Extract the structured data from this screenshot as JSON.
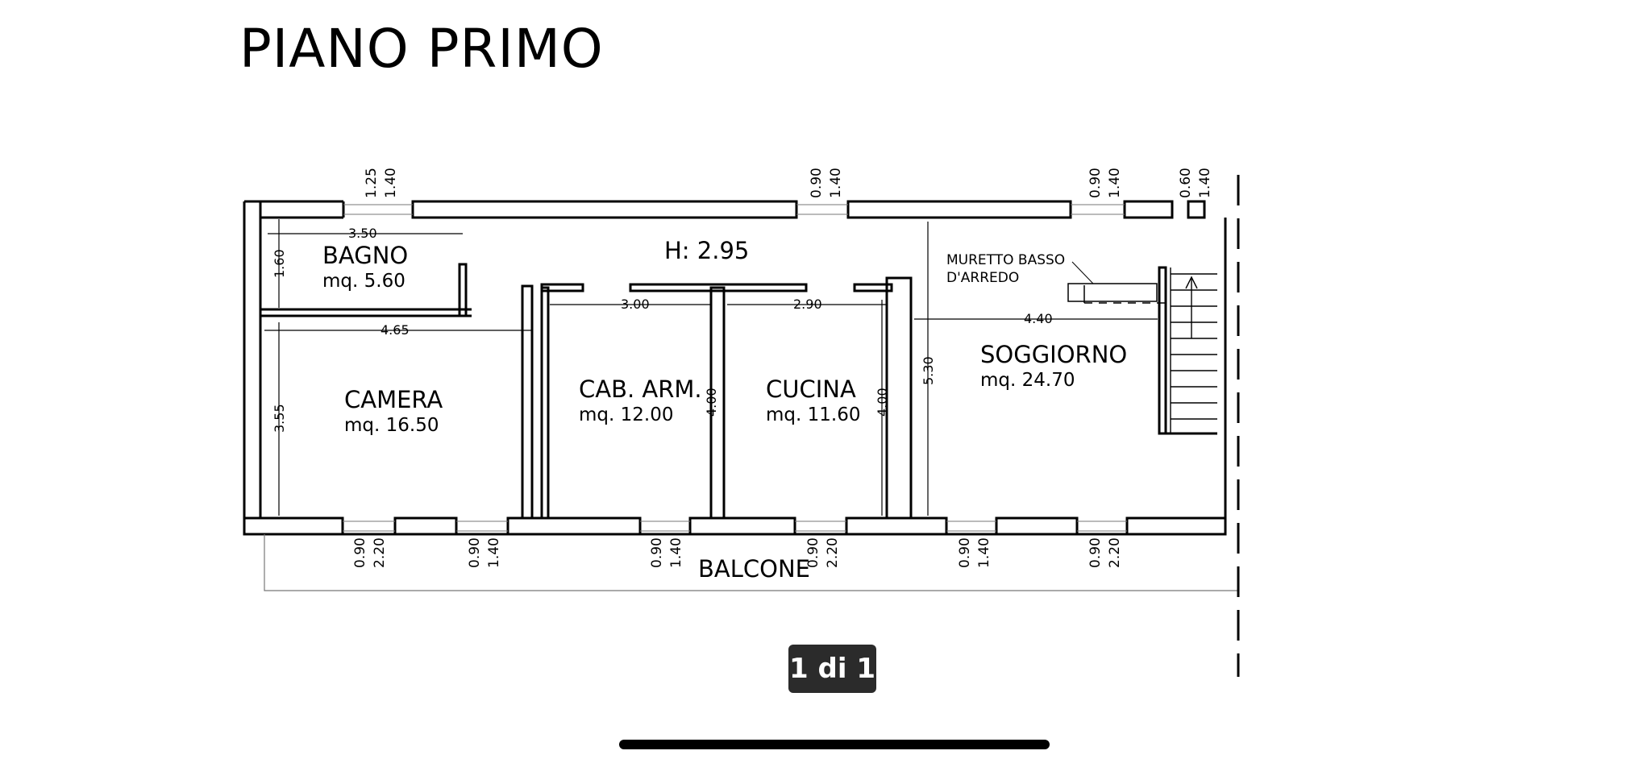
{
  "title": "PIANO PRIMO",
  "ceiling_height": "H: 2.95",
  "balcony_label": "BALCONE",
  "note": {
    "line1": "MURETTO BASSO",
    "line2": "D'ARREDO"
  },
  "rooms": {
    "bagno": {
      "name": "BAGNO",
      "area": "mq. 5.60",
      "dim_w": "3.50",
      "dim_h": "1.60"
    },
    "camera": {
      "name": "CAMERA",
      "area": "mq. 16.50",
      "dim_w": "4.65",
      "dim_h": "3.55"
    },
    "cab_arm": {
      "name": "CAB. ARM.",
      "area": "mq. 12.00",
      "dim_w": "3.00",
      "dim_h": "4.00"
    },
    "cucina": {
      "name": "CUCINA",
      "area": "mq. 11.60",
      "dim_w": "2.90",
      "dim_h": "4.00"
    },
    "soggiorno": {
      "name": "SOGGIORNO",
      "area": "mq. 24.70",
      "dim_w": "4.40",
      "dim_h": "5.30"
    }
  },
  "openings_top": [
    {
      "w": "1.25",
      "h": "1.40"
    },
    {
      "w": "0.90",
      "h": "1.40"
    },
    {
      "w": "0.90",
      "h": "1.40"
    },
    {
      "w": "0.60",
      "h": "1.40"
    }
  ],
  "openings_bottom": [
    {
      "w": "0.90",
      "h": "2.20"
    },
    {
      "w": "0.90",
      "h": "1.40"
    },
    {
      "w": "0.90",
      "h": "1.40"
    },
    {
      "w": "0.90",
      "h": "2.20"
    },
    {
      "w": "0.90",
      "h": "1.40"
    },
    {
      "w": "0.90",
      "h": "2.20"
    }
  ],
  "pager": "1 di 1"
}
